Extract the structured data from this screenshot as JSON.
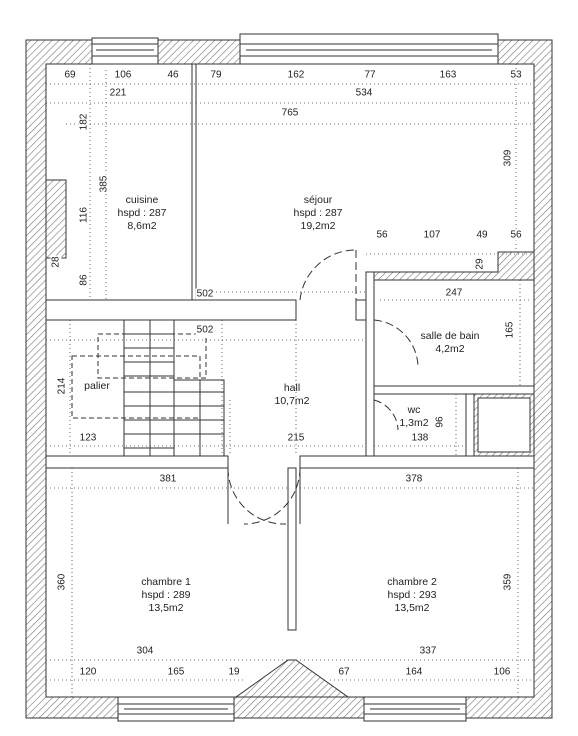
{
  "rooms": {
    "cuisine": {
      "name": "cuisine",
      "hspd": "hspd : 287",
      "area": "8,6m2"
    },
    "sejour": {
      "name": "séjour",
      "hspd": "hspd : 287",
      "area": "19,2m2"
    },
    "sdb": {
      "name": "salle de bain",
      "area": "4,2m2"
    },
    "palier": {
      "name": "palier"
    },
    "hall": {
      "name": "hall",
      "area": "10,7m2"
    },
    "wc": {
      "name": "wc",
      "area": "1,3m2"
    },
    "chambre1": {
      "name": "chambre 1",
      "hspd": "hspd : 289",
      "area": "13,5m2"
    },
    "chambre2": {
      "name": "chambre 2",
      "hspd": "hspd : 293",
      "area": "13,5m2"
    }
  },
  "dims": {
    "top_69": "69",
    "top_106": "106",
    "top_46": "46",
    "top_79": "79",
    "top_162": "162",
    "top_77": "77",
    "top_163": "163",
    "top_53": "53",
    "top_221": "221",
    "top_534": "534",
    "top_765": "765",
    "sej_56a": "56",
    "sej_107": "107",
    "sej_49": "49",
    "sej_56b": "56",
    "cuis_502": "502",
    "hall_502": "502",
    "sdb_247": "247",
    "hall_215": "215",
    "pal_123": "123",
    "wc_138": "138",
    "ch1_381": "381",
    "ch2_378": "378",
    "ch1_304": "304",
    "ch2_337": "337",
    "b_120": "120",
    "b_165": "165",
    "b_19": "19",
    "b_67": "67",
    "b_164": "164",
    "b_106": "106",
    "v_182": "182",
    "v_385": "385",
    "v_116": "116",
    "v_28": "28",
    "v_86": "86",
    "v_309": "309",
    "v_29": "29",
    "v_165": "165",
    "v_214": "214",
    "v_96": "96",
    "v_360": "360",
    "v_359": "359"
  }
}
